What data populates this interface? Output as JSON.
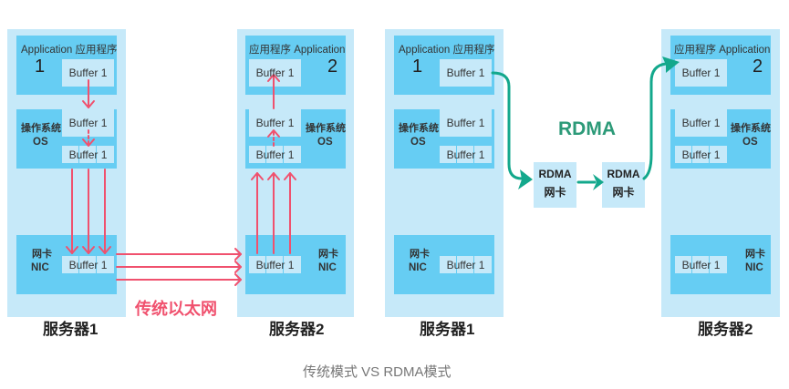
{
  "traditional": {
    "server1": {
      "name": "服务器1",
      "app": {
        "label": "Application 应用程序",
        "number": "1",
        "buffer": "Buffer 1"
      },
      "os": {
        "label_cn": "操作系统",
        "label_en": "OS",
        "buffer_top": "Buffer 1",
        "buffer_bottom": "Buffer 1"
      },
      "nic": {
        "label_cn": "网卡",
        "label_en": "NIC",
        "buffer": "Buffer 1"
      }
    },
    "server2": {
      "name": "服务器2",
      "app": {
        "label": "应用程序 Application",
        "number": "2",
        "buffer": "Buffer 1"
      },
      "os": {
        "label_cn": "操作系统",
        "label_en": "OS",
        "buffer_top": "Buffer 1",
        "buffer_bottom": "Buffer 1"
      },
      "nic": {
        "label_cn": "网卡",
        "label_en": "NIC",
        "buffer": "Buffer 1"
      }
    },
    "link_label": "传统以太网",
    "arrow_color": "#f0516e"
  },
  "rdma": {
    "server1": {
      "name": "服务器1",
      "app": {
        "label": "Application 应用程序",
        "number": "1",
        "buffer": "Buffer 1"
      },
      "os": {
        "label_cn": "操作系统",
        "label_en": "OS",
        "buffer_top": "Buffer 1",
        "buffer_bottom": "Buffer 1"
      },
      "nic": {
        "label_cn": "网卡",
        "label_en": "NIC",
        "buffer": "Buffer 1"
      }
    },
    "server2": {
      "name": "服务器2",
      "app": {
        "label": "应用程序 Application",
        "number": "2",
        "buffer": "Buffer 1"
      },
      "os": {
        "label_cn": "操作系统",
        "label_en": "OS",
        "buffer_top": "Buffer 1",
        "buffer_bottom": "Buffer 1"
      },
      "nic": {
        "label_cn": "网卡",
        "label_en": "NIC",
        "buffer": "Buffer 1"
      }
    },
    "link_label": "RDMA",
    "card1": {
      "line1": "RDMA",
      "line2": "网卡"
    },
    "card2": {
      "line1": "RDMA",
      "line2": "网卡"
    },
    "arrow_color": "#13a88c"
  },
  "caption": "传统模式 VS RDMA模式",
  "colors": {
    "server_bg": "#c6e9f9",
    "layer_bg": "#66cdf3",
    "ethernet_red": "#f0516e",
    "rdma_green": "#13a88c"
  }
}
